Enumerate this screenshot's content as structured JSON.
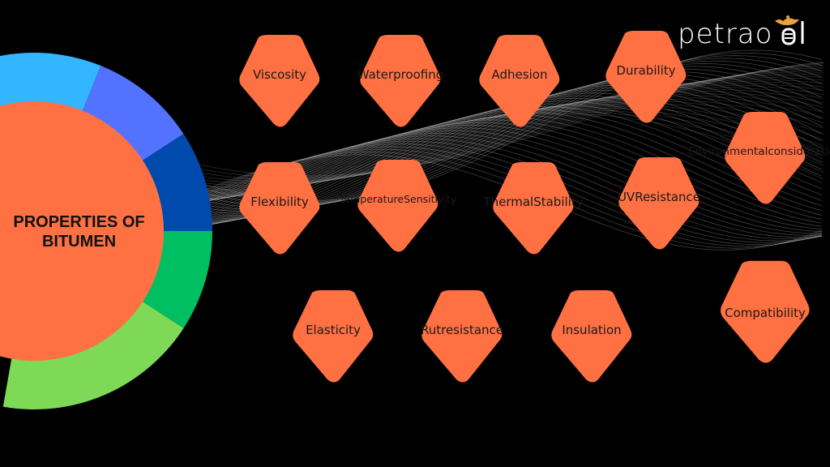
{
  "title": "PROPERTIES OF BITUMEN",
  "title_lines": [
    "PROPERTIES OF",
    "BITUMEN"
  ],
  "logo": {
    "text": "petraoil",
    "display": "petrao"
  },
  "colors": {
    "background": "#000000",
    "center": "#FF7043",
    "pentagon": "#FF7043",
    "ring": [
      "#33B5FF",
      "#5272FF",
      "#004AAD",
      "#00BF63",
      "#7ED957"
    ],
    "lamp": "#E8A33A"
  },
  "properties": [
    {
      "label": "Viscosity",
      "lines": [
        "Viscosity"
      ]
    },
    {
      "label": "Water proofing",
      "lines": [
        "Water",
        "proofing"
      ]
    },
    {
      "label": "Adhesion",
      "lines": [
        "Adhesion"
      ]
    },
    {
      "label": "Durability",
      "lines": [
        "Durability"
      ]
    },
    {
      "label": "Environmental consideration",
      "lines": [
        "Environmental",
        "consideration"
      ]
    },
    {
      "label": "Flexibility",
      "lines": [
        "Flexibility"
      ]
    },
    {
      "label": "Temperature Sensitivity",
      "lines": [
        "Temperature",
        "Sensitivity"
      ]
    },
    {
      "label": "Thermal Stability",
      "lines": [
        "Thermal",
        "Stability"
      ]
    },
    {
      "label": "UV Resistance",
      "lines": [
        "UV",
        "Resistance"
      ]
    },
    {
      "label": "Elasticity",
      "lines": [
        "Elasticity"
      ]
    },
    {
      "label": "Rut resistance",
      "lines": [
        "Rut",
        "resistance"
      ]
    },
    {
      "label": "Insulation",
      "lines": [
        "Insulation"
      ]
    },
    {
      "label": "Compatibility",
      "lines": [
        "Compatibility"
      ]
    }
  ]
}
